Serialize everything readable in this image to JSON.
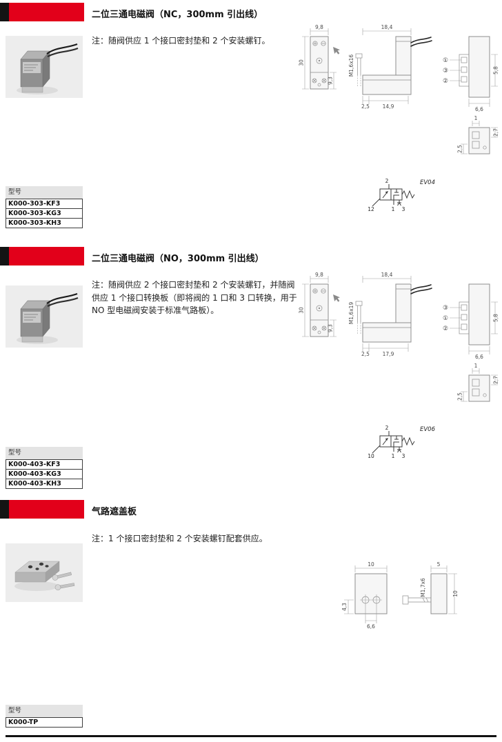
{
  "colors": {
    "accent_red": "#e2001a",
    "banner_black": "#141414",
    "table_header_bg": "#e4e4e4",
    "drawing_line_gray": "#8d8d8d"
  },
  "table_header": "型号",
  "sections": [
    {
      "title": "二位三通电磁阀（NC，300mm 引出线）",
      "note": "注：随阀供应 1 个接口密封垫和 2 个安装螺钉。",
      "models": [
        "K000-303-KF3",
        "K000-303-KG3",
        "K000-303-KH3"
      ],
      "symbol": {
        "label": "EV04",
        "port_top": "2",
        "port_pilot": "12",
        "port_in": "1",
        "port_exhaust": "3"
      },
      "dims": {
        "front_width": "9,8",
        "front_height": "30",
        "front_base": "9,3",
        "side_width": "18,4",
        "screw": "M1,6x16",
        "side_offset": "2,5",
        "side_span": "14,9",
        "conn_width": "6,6",
        "conn_height": "5,8",
        "bottom_width": "1",
        "bottom_depth": "2,7",
        "bottom_offset": "2,5",
        "ports": [
          "①",
          "③",
          "②"
        ]
      }
    },
    {
      "title": "二位三通电磁阀（NO，300mm 引出线）",
      "note": "注：随阀供应 2 个接口密封垫和 2 个安装螺钉，并随阀供应 1 个接口转换板（即将阀的 1 口和 3 口转换，用于 NO 型电磁阀安装于标准气路板）。",
      "models": [
        "K000-403-KF3",
        "K000-403-KG3",
        "K000-403-KH3"
      ],
      "symbol": {
        "label": "EV06",
        "port_top": "2",
        "port_pilot": "10",
        "port_in": "1",
        "port_exhaust": "3"
      },
      "dims": {
        "front_width": "9,8",
        "front_height": "30",
        "front_base": "9,3",
        "side_width": "18,4",
        "screw": "M1,6x19",
        "side_offset": "2,5",
        "side_span": "17,9",
        "conn_width": "6,6",
        "conn_height": "5,8",
        "bottom_width": "1",
        "bottom_depth": "2,7",
        "bottom_offset": "2,5",
        "ports": [
          "③",
          "①",
          "②"
        ]
      }
    },
    {
      "title": "气路遮盖板",
      "note": "注：1 个接口密封垫和 2 个安装螺钉配套供应。",
      "models": [
        "K000-TP"
      ],
      "dims": {
        "top_width": "10",
        "hole_offset": "4,3",
        "hole_span": "6,6",
        "side_width": "5",
        "screw": "M1,7x6",
        "side_height": "10"
      }
    }
  ]
}
